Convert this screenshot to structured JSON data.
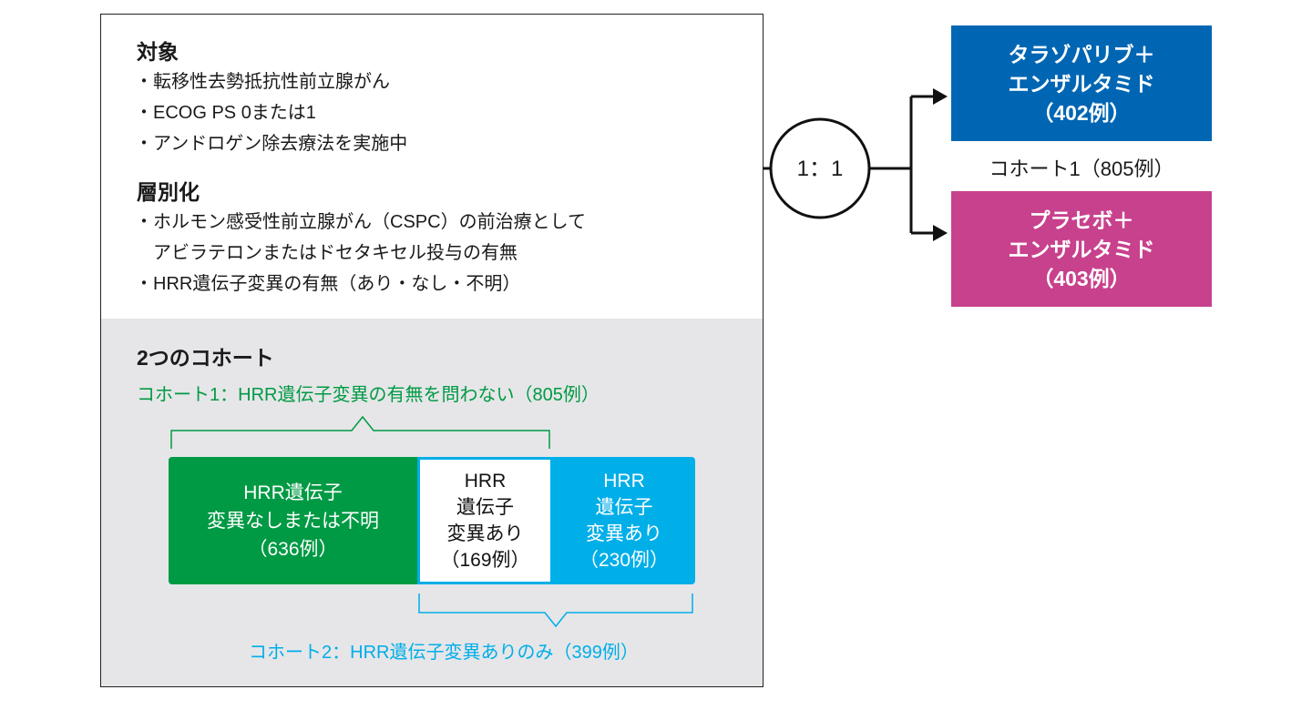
{
  "eligibility": {
    "title": "対象",
    "items": [
      "・転移性去勢抵抗性前立腺がん",
      "・ECOG PS 0または1",
      "・アンドロゲン除去療法を実施中"
    ]
  },
  "stratification": {
    "title": "層別化",
    "items": [
      "・ホルモン感受性前立腺がん（CSPC）の前治療として",
      "　アビラテロンまたはドセタキセル投与の有無",
      "・HRR遺伝子変異の有無（あり・なし・不明）"
    ]
  },
  "cohorts": {
    "title": "2つのコホート",
    "cohort1_label": "コホート1：HRR遺伝子変異の有無を問わない（805例）",
    "cohort2_label": "コホート2：HRR遺伝子変異ありのみ（399例）",
    "segments": [
      {
        "lines": [
          "HRR遺伝子",
          "変異なしまたは不明",
          "（636例）"
        ],
        "color": "#009a44"
      },
      {
        "lines": [
          "HRR",
          "遺伝子",
          "変異あり",
          "（169例）"
        ],
        "color": "#ffffff"
      },
      {
        "lines": [
          "HRR",
          "遺伝子",
          "変異あり",
          "（230例）"
        ],
        "color": "#00aee8"
      }
    ]
  },
  "randomization": {
    "ratio": "1：1"
  },
  "arms": [
    {
      "lines": [
        "タラゾパリブ＋",
        "エンザルタミド",
        "（402例）"
      ],
      "color": "#0066b3"
    },
    {
      "lines": [
        "プラセボ＋",
        "エンザルタミド",
        "（403例）"
      ],
      "color": "#c8418d"
    }
  ],
  "arms_caption": "コホート1（805例）",
  "colors": {
    "green": "#009a44",
    "cyan": "#00aee8",
    "gray": "#e6e6e8"
  }
}
